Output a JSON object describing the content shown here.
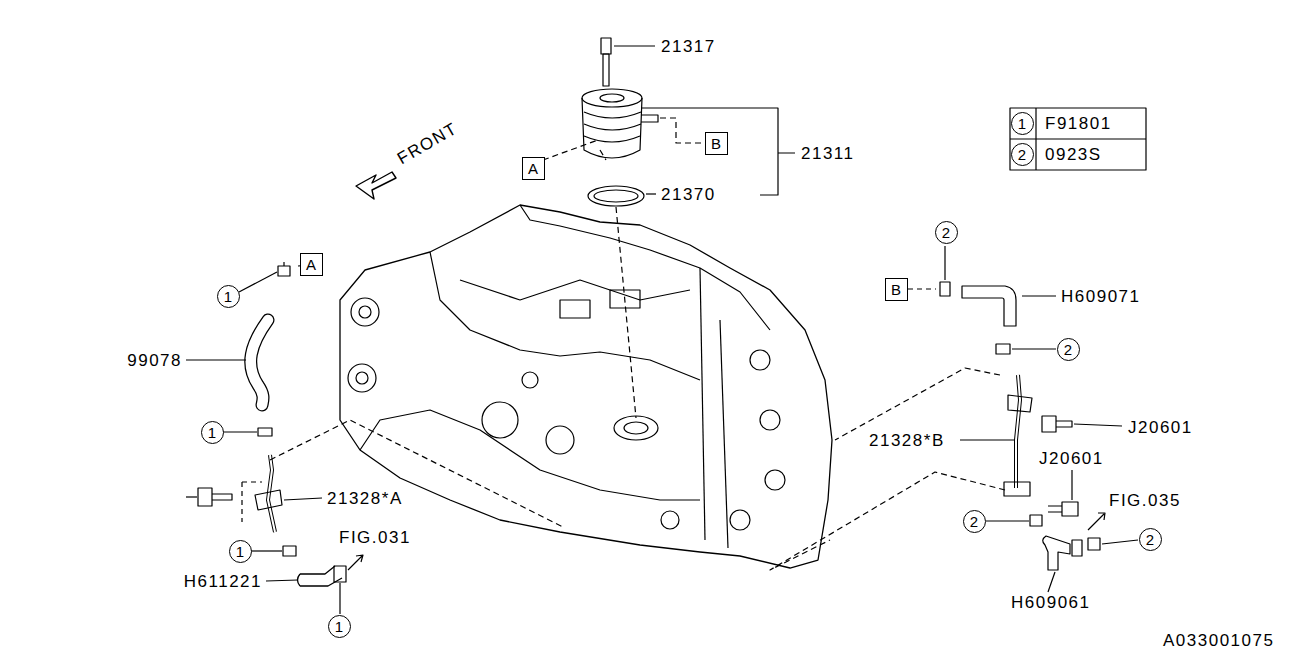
{
  "diagram": {
    "nodes": [
      {
        "text": [
          "1"
        ]
      },
      {
        "text": [
          "2"
        ]
      },
      {
        "text": [
          "B"
        ]
      },
      {
        "text": [
          "A"
        ]
      },
      {
        "text": [
          "2"
        ]
      },
      {
        "text": [
          "A"
        ]
      },
      {
        "text": [
          "B"
        ]
      },
      {
        "text": [
          "1"
        ]
      },
      {
        "text": [
          "2"
        ]
      },
      {
        "text": [
          "1"
        ]
      },
      {
        "text": [
          "2"
        ]
      },
      {
        "text": [
          "2"
        ]
      },
      {
        "text": [
          "1"
        ]
      },
      {
        "text": [
          "1"
        ]
      }
    ],
    "labels": [
      "21317",
      "21311",
      "F91801",
      "0923S",
      "FRONT",
      "21370",
      "H609071",
      "99078",
      "J20601",
      "21328*B",
      "J20601",
      "21328*A",
      "FIG.035",
      "FIG.031",
      "H611221",
      "H609061",
      "A033001075"
    ]
  }
}
